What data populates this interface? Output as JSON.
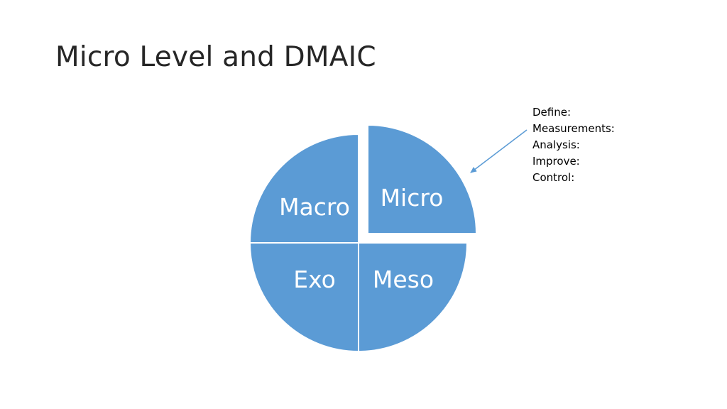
{
  "slide": {
    "title": "Micro Level and DMAIC"
  },
  "diagram": {
    "quadrants": [
      {
        "key": "macro",
        "label": "Macro"
      },
      {
        "key": "micro",
        "label": "Micro"
      },
      {
        "key": "exo",
        "label": "Exo"
      },
      {
        "key": "meso",
        "label": "Meso"
      }
    ],
    "fill_color": "#5b9bd5",
    "arrow_color": "#5b9bd5"
  },
  "note": {
    "lines": [
      "Define:",
      "Measurements:",
      "Analysis:",
      "Improve:",
      "Control:"
    ]
  }
}
